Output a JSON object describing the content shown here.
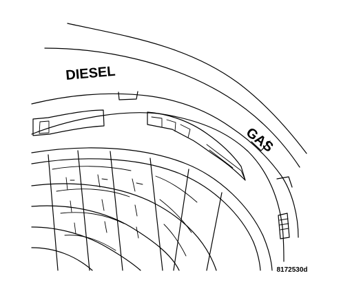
{
  "labels": {
    "diesel": "DIESEL",
    "gas": "GAS"
  },
  "figure_id": "8172530d",
  "colors": {
    "ink": "#000000",
    "background": "#ffffff"
  }
}
